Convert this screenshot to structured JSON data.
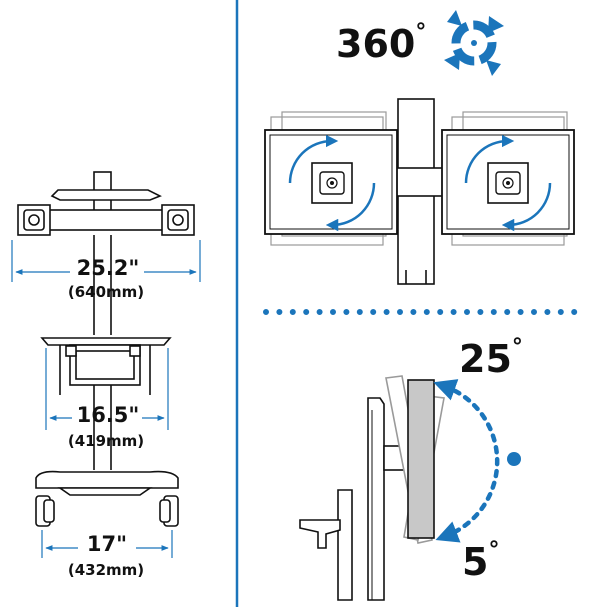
{
  "dimensions": {
    "width_in": "25.2\"",
    "width_mm": "(640mm)",
    "shelf_in": "16.5\"",
    "shelf_mm": "(419mm)",
    "base_in": "17\"",
    "base_mm": "(432mm)"
  },
  "rotation": {
    "value": "360",
    "degree": "°"
  },
  "tilt": {
    "up_value": "25",
    "down_value": "5",
    "degree": "°"
  },
  "colors": {
    "accent": "#1b75bb",
    "line": "#111111",
    "ghost": "#9a9a9a",
    "screen_fill": "#c8c8c8",
    "divider": "#1b75bb"
  }
}
